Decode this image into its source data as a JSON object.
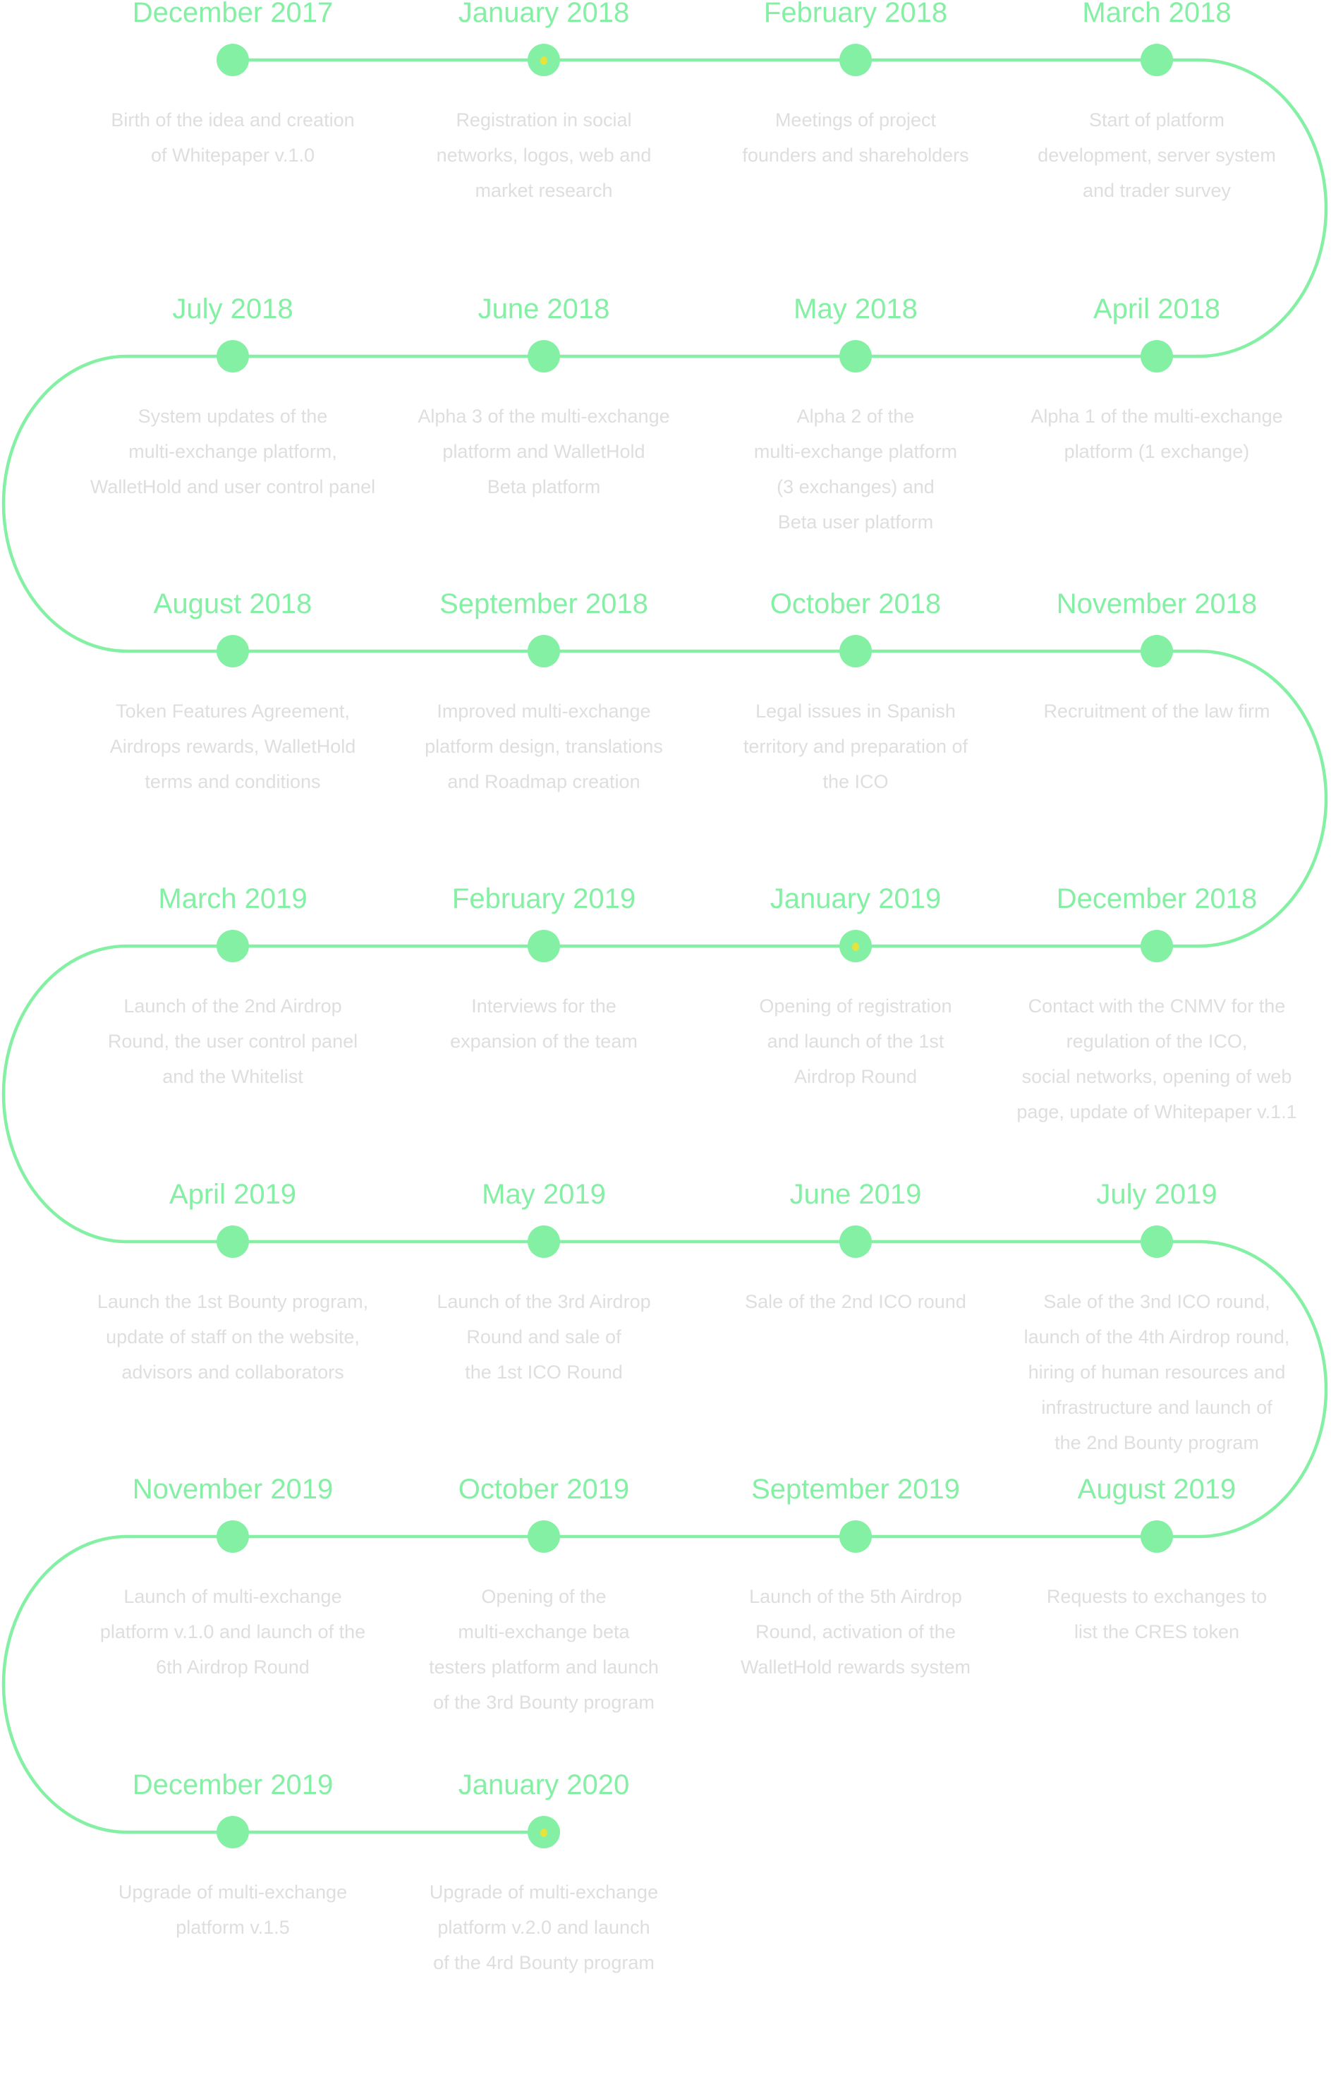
{
  "colors": {
    "accent": "#84f0a4",
    "current_marker": "#e6e43a",
    "description_text": "#dedede"
  },
  "milestones": [
    {
      "title": "December 2017",
      "lines": [
        "Birth of the idea and creation",
        "of Whitepaper v.1.0"
      ]
    },
    {
      "title": "January 2018",
      "highlighted": true,
      "lines": [
        "Registration in social",
        "networks, logos, web and",
        "market research"
      ]
    },
    {
      "title": "February 2018",
      "lines": [
        "Meetings of project",
        "founders and shareholders"
      ]
    },
    {
      "title": "March 2018",
      "lines": [
        "Start of platform",
        "development, server system",
        "and trader survey"
      ]
    },
    {
      "title": "April 2018",
      "lines": [
        "Alpha 1 of the multi-exchange",
        "platform (1 exchange)"
      ]
    },
    {
      "title": "May 2018",
      "lines": [
        "Alpha 2 of the",
        "multi-exchange platform",
        "(3 exchanges) and",
        "Beta user platform"
      ]
    },
    {
      "title": "June 2018",
      "lines": [
        "Alpha 3 of the multi-exchange",
        "platform and WalletHold",
        "Beta platform"
      ]
    },
    {
      "title": "July 2018",
      "lines": [
        "System updates of the",
        "multi-exchange platform,",
        "WalletHold and user control panel"
      ]
    },
    {
      "title": "August 2018",
      "lines": [
        "Token Features Agreement,",
        "Airdrops rewards, WalletHold",
        "terms and conditions"
      ]
    },
    {
      "title": "September 2018",
      "lines": [
        "Improved multi-exchange",
        "platform design, translations",
        "and Roadmap creation"
      ]
    },
    {
      "title": "October 2018",
      "lines": [
        "Legal issues in Spanish",
        "territory and preparation of",
        "the ICO"
      ]
    },
    {
      "title": "November 2018",
      "lines": [
        "Recruitment of the law firm"
      ]
    },
    {
      "title": "December 2018",
      "lines": [
        "Contact with the CNMV for the",
        "regulation of the ICO,",
        "social networks, opening of web",
        "page, update of Whitepaper v.1.1"
      ]
    },
    {
      "title": "January 2019",
      "highlighted": true,
      "lines": [
        "Opening of registration",
        "and launch of the 1st",
        "Airdrop Round"
      ]
    },
    {
      "title": "February 2019",
      "lines": [
        "Interviews for the",
        "expansion of the team"
      ]
    },
    {
      "title": "March 2019",
      "lines": [
        "Launch of the 2nd Airdrop",
        "Round, the user control panel",
        "and the Whitelist"
      ]
    },
    {
      "title": "April 2019",
      "lines": [
        "Launch the 1st Bounty program,",
        "update of staff on the website,",
        "advisors and collaborators"
      ]
    },
    {
      "title": "May 2019",
      "lines": [
        "Launch of the 3rd Airdrop",
        "Round and sale of",
        "the 1st ICO Round"
      ]
    },
    {
      "title": "June 2019",
      "lines": [
        "Sale of the 2nd ICO round"
      ]
    },
    {
      "title": "July 2019",
      "lines": [
        "Sale of the 3nd ICO round,",
        "launch of the 4th Airdrop round,",
        "hiring of human resources and",
        "infrastructure and launch of",
        "the 2nd Bounty program"
      ]
    },
    {
      "title": "August 2019",
      "lines": [
        "Requests to exchanges to",
        "list the CRES token"
      ]
    },
    {
      "title": "September 2019",
      "lines": [
        "Launch of the 5th Airdrop",
        "Round, activation of the",
        "WalletHold rewards system"
      ]
    },
    {
      "title": "October 2019",
      "lines": [
        "Opening of the",
        "multi-exchange beta",
        "testers platform and launch",
        "of the 3rd Bounty program"
      ]
    },
    {
      "title": "November 2019",
      "lines": [
        "Launch of multi-exchange",
        "platform v.1.0 and launch of the",
        "6th Airdrop Round"
      ]
    },
    {
      "title": "December 2019",
      "lines": [
        "Upgrade of multi-exchange",
        "platform v.1.5"
      ]
    },
    {
      "title": "January 2020",
      "highlighted": true,
      "lines": [
        "Upgrade of multi-exchange",
        "platform v.2.0 and launch",
        "of the 4rd Bounty program"
      ]
    }
  ]
}
